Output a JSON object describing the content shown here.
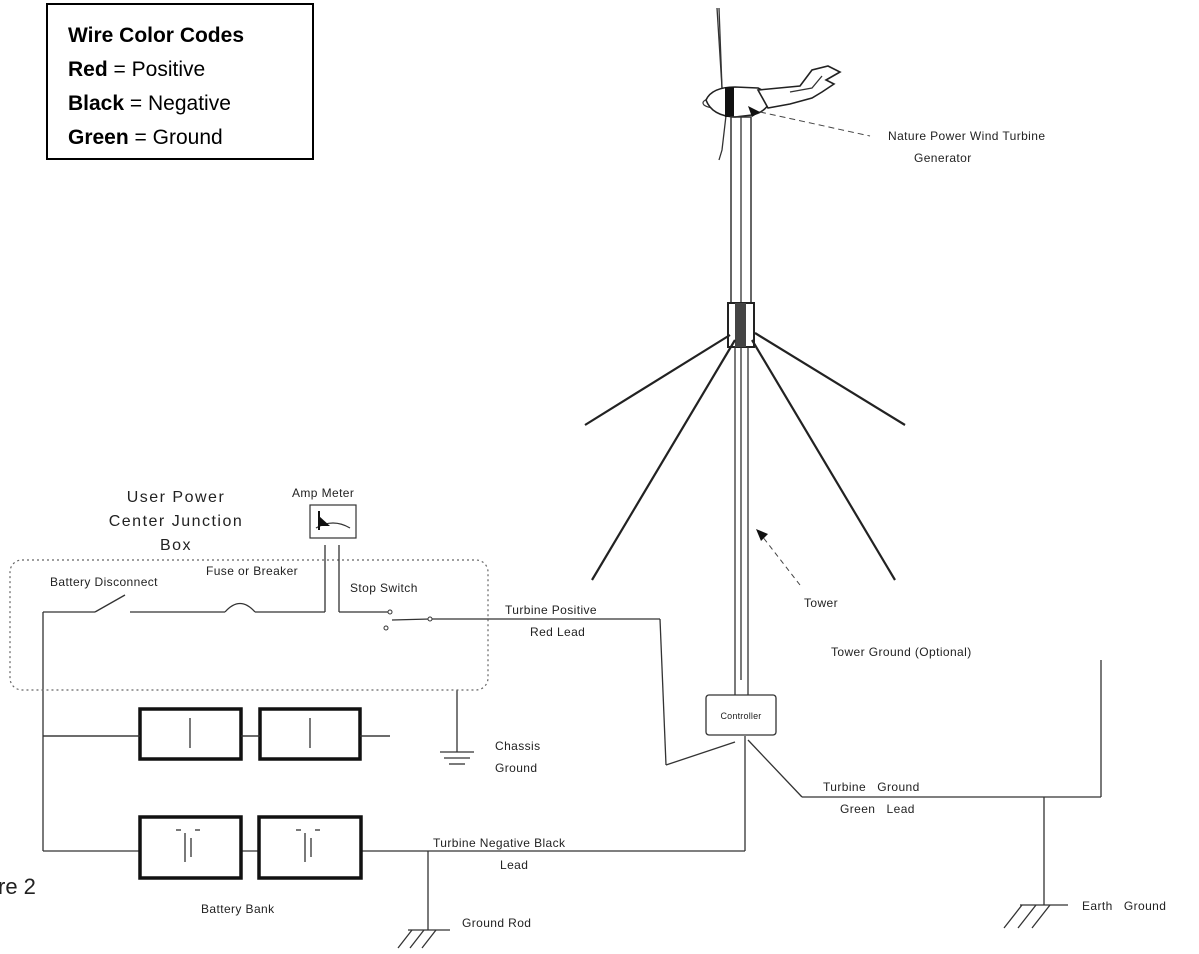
{
  "legend": {
    "title": "Wire Color Codes",
    "rows": [
      {
        "color": "Red",
        "meaning": "= Positive"
      },
      {
        "color": "Black",
        "meaning": "= Negative"
      },
      {
        "color": "Green",
        "meaning": "= Ground"
      }
    ]
  },
  "labels": {
    "turbine_line1": "Nature Power Wind Turbine",
    "turbine_line2": "Generator",
    "user_power_line1": "User Power",
    "user_power_line2": "Center Junction",
    "user_power_line3": "Box",
    "amp_meter": "Amp Meter",
    "battery_disconnect": "Battery Disconnect",
    "fuse_or_breaker": "Fuse or Breaker",
    "stop_switch": "Stop Switch",
    "turbine_positive_line1": "Turbine Positive",
    "turbine_positive_line2": "Red Lead",
    "tower": "Tower",
    "tower_ground": "Tower Ground (Optional)",
    "controller": "Controller",
    "chassis_ground_line1": "Chassis",
    "chassis_ground_line2": "Ground",
    "turbine_ground_line1": "Turbine   Ground",
    "turbine_ground_line2": "Green   Lead",
    "turbine_negative_line1": "Turbine Negative Black",
    "turbine_negative_line2": "Lead",
    "battery_bank": "Battery Bank",
    "ground_rod": "Ground Rod",
    "earth_ground": "Earth   Ground",
    "figure_partial": "re 2"
  }
}
